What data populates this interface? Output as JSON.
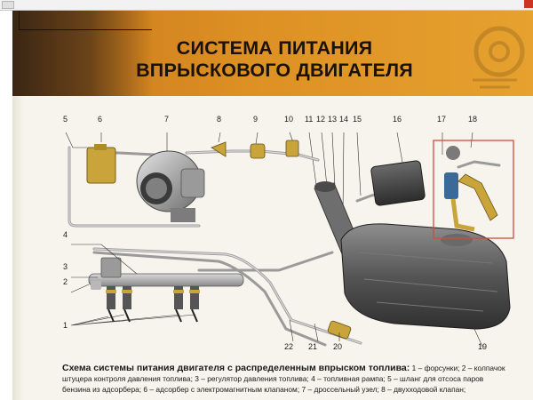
{
  "page": {
    "title_line1": "СИСТЕМА ПИТАНИЯ",
    "title_line2": "ВПРЫСКОВОГО ДВИГАТЕЛЯ"
  },
  "diagram": {
    "callouts": [
      "1",
      "2",
      "3",
      "4",
      "5",
      "6",
      "7",
      "8",
      "9",
      "10",
      "11",
      "12",
      "13",
      "14",
      "15",
      "16",
      "17",
      "18",
      "19",
      "20",
      "21",
      "22"
    ]
  },
  "caption": {
    "title": "Схема системы питания двигателя с распределенным впрыском топлива:",
    "line1_rest": " 1 – форсунки; 2 – колпачок",
    "line2": "штуцера контроля давления топлива; 3 – регулятор давления топлива; 4 – топливная рампа; 5 – шланг для отсоса паров",
    "line3": "бензина из адсорбера; 6 – адсорбер с электромагнитным клапаном; 7 – дроссельный узел; 8 – двухходовой клапан;"
  },
  "colors": {
    "banner": "#dd9023",
    "title": "#1a120a",
    "page": "#f6f4ec",
    "highlight_box": "#d24b3c"
  }
}
